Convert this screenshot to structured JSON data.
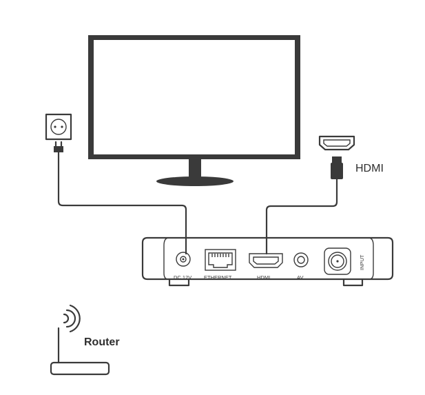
{
  "labels": {
    "hdmi_callout": "HDMI",
    "router_callout": "Router"
  },
  "ports": {
    "dc": "DC 12V",
    "ethernet": "ETHERNET",
    "hdmi": "HDMI",
    "av": "AV",
    "input": "INPUT"
  },
  "icons": {
    "tv": "tv-icon",
    "power_socket": "power-socket-icon",
    "power_plug": "power-plug-icon",
    "hdmi_port": "hdmi-port-icon",
    "hdmi_plug": "hdmi-plug-icon",
    "set_top_box": "set-top-box-icon",
    "router": "router-icon",
    "wifi_waves": "wifi-waves-icon"
  },
  "colors": {
    "line": "#3a3a3a",
    "background": "#ffffff"
  }
}
